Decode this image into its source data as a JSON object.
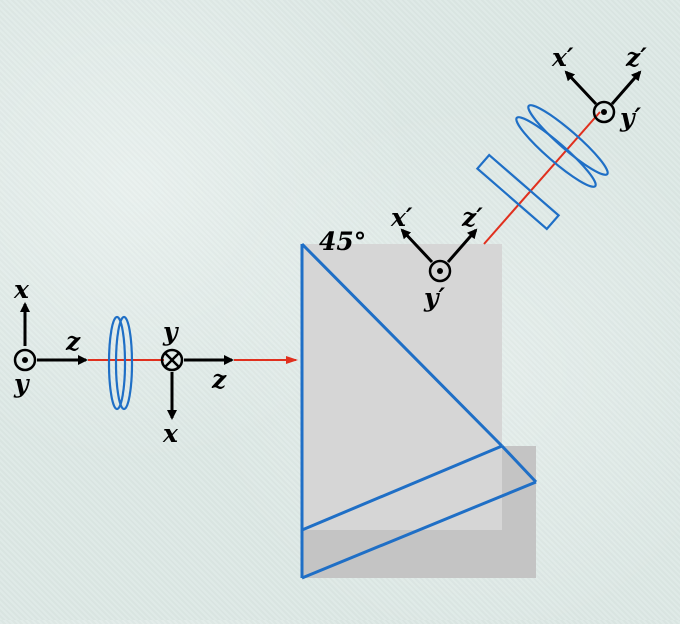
{
  "colors": {
    "beam": "#e0301e",
    "optic": "#1f6fc6",
    "prism_front": "#d6d6d6",
    "prism_back": "#c4c4c4",
    "axis": "#000000"
  },
  "labels": {
    "left_frame": {
      "x": "x",
      "z": "z",
      "y": "y"
    },
    "mid_frame": {
      "y": "y",
      "z": "z",
      "x": "x"
    },
    "prism_out_frame": {
      "x": "x′",
      "z": "z′",
      "y": "y′"
    },
    "far_frame": {
      "x": "x′",
      "z": "z′",
      "y": "y′"
    },
    "angle": "45°"
  },
  "icons": {
    "out_of_page": "dot-circle-icon",
    "into_page": "cross-circle-icon"
  }
}
